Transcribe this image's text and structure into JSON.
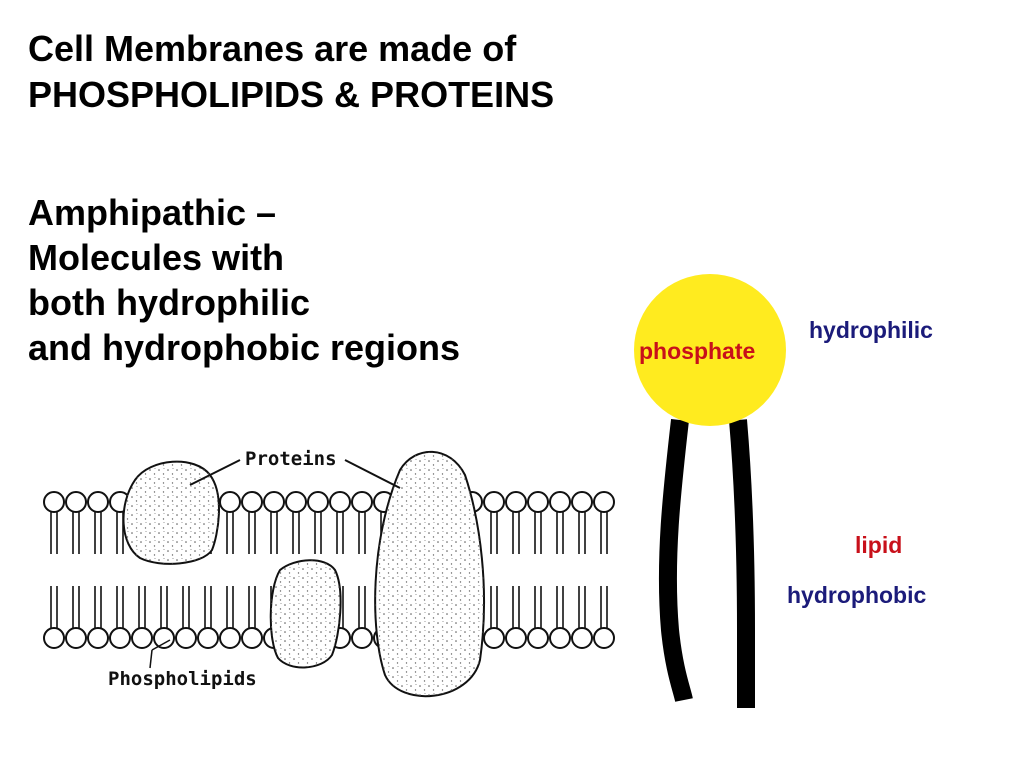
{
  "title": {
    "line1": "Cell Membranes are made of",
    "line2": "PHOSPHOLIPIDS & PROTEINS"
  },
  "definition": {
    "line1": "Amphipathic –",
    "line2": "Molecules with",
    "line3": "both hydrophilic",
    "line4": "and hydrophobic regions"
  },
  "membrane_diagram": {
    "proteins_label": "Proteins",
    "phospholipids_label": "Phospholipids"
  },
  "phospholipid_diagram": {
    "head_label": "phosphate",
    "tail_label": "lipid",
    "head_region_label": "hydrophilic",
    "tail_region_label": "hydrophobic",
    "head_color": "#ffeb1f",
    "head_label_color": "#c8101a",
    "lipid_label_color": "#c8101a",
    "region_label_color": "#1b1b7a"
  }
}
